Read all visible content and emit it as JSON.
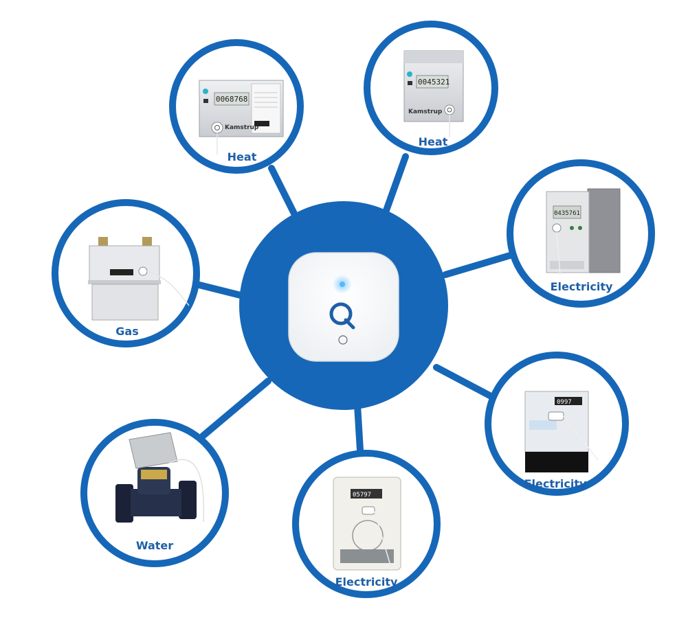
{
  "colors": {
    "ring": "#1667b7",
    "label": "#1f5fa8",
    "hub": "#1667b7"
  },
  "hub": {
    "name": "Q",
    "icon": "q-logo-icon"
  },
  "nodes": [
    {
      "id": "heat-1",
      "label": "Heat",
      "meter": "heat-meter-icon",
      "display": "0068768",
      "brand": "Kamstrup"
    },
    {
      "id": "heat-2",
      "label": "Heat",
      "meter": "heat-meter-icon",
      "display": "0045321",
      "brand": "Kamstrup"
    },
    {
      "id": "electricity-1",
      "label": "Electricity",
      "meter": "electricity-meter-icon",
      "display": "0435761"
    },
    {
      "id": "electricity-2",
      "label": "Electricity",
      "meter": "electricity-meter-icon",
      "display": "0997"
    },
    {
      "id": "electricity-3",
      "label": "Electricity",
      "meter": "electricity-meter-icon",
      "display": "05797"
    },
    {
      "id": "water",
      "label": "Water",
      "meter": "water-meter-icon"
    },
    {
      "id": "gas",
      "label": "Gas",
      "meter": "gas-meter-icon"
    }
  ]
}
